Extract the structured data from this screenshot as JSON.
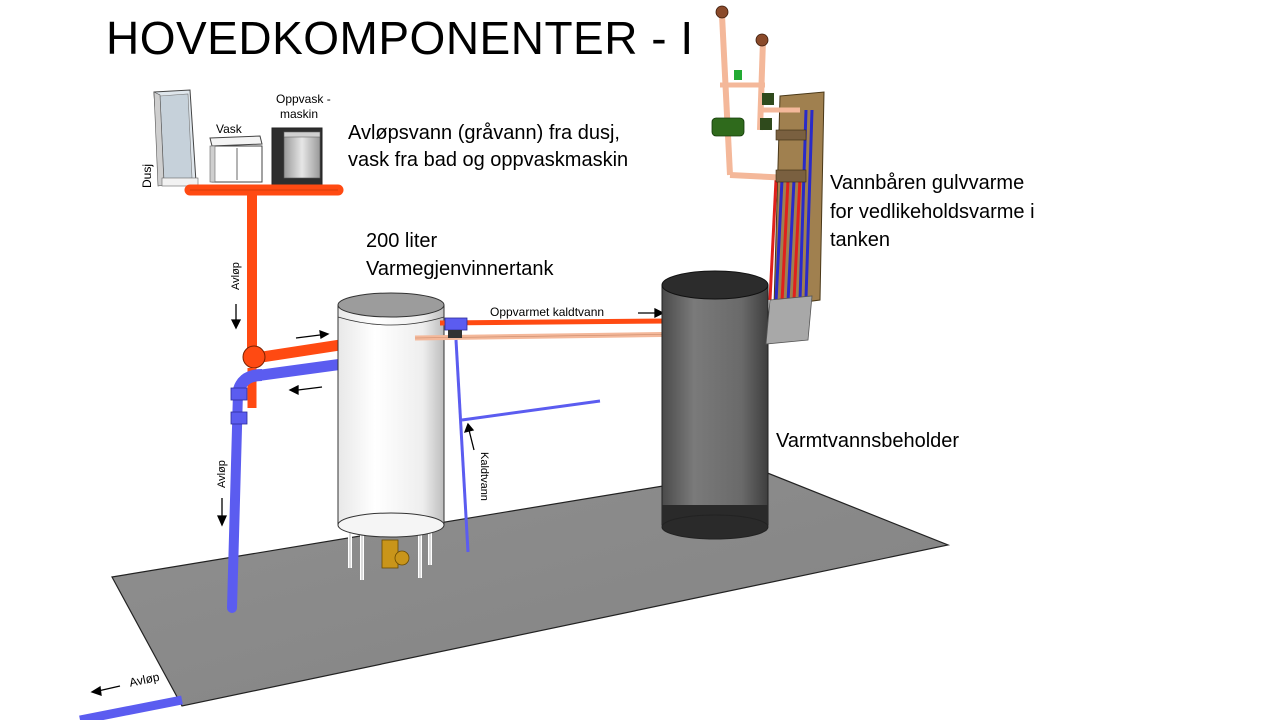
{
  "slide": {
    "title": "HOVEDKOMPONENTER - I"
  },
  "labels": {
    "greywater": [
      "Avløpsvann (gråvann) fra dusj,",
      "vask fra bad og oppvaskmaskin"
    ],
    "recovery_tank": [
      "200 liter",
      "Varmegjenvinnertank"
    ],
    "floor_heating": [
      "Vannbåren gulvvarme",
      "for vedlikeholdsvarme i",
      "tanken"
    ],
    "hot_water_tank": "Varmtvannsbeholder",
    "preheated_cold_water": "Oppvarmet kaldtvann",
    "cold_water": "Kaldtvann",
    "drain_upper": "Avløp",
    "drain_lower": "Avløp",
    "drain_outlet": "Avløp"
  },
  "fixtures": {
    "shower": "Dusj",
    "sink": "Vask",
    "dishwasher": [
      "Oppvask -",
      "maskin"
    ]
  },
  "colors": {
    "hot_pipe": "#ff4a12",
    "cold_pipe": "#5b5cf0",
    "copper_pipe": "#f4b89a",
    "floor": "#8c8c8c",
    "recovery_tank": "#f2f2f2",
    "hot_water_tank": "#6a6a6a",
    "manifold_board": "#a0804f"
  }
}
